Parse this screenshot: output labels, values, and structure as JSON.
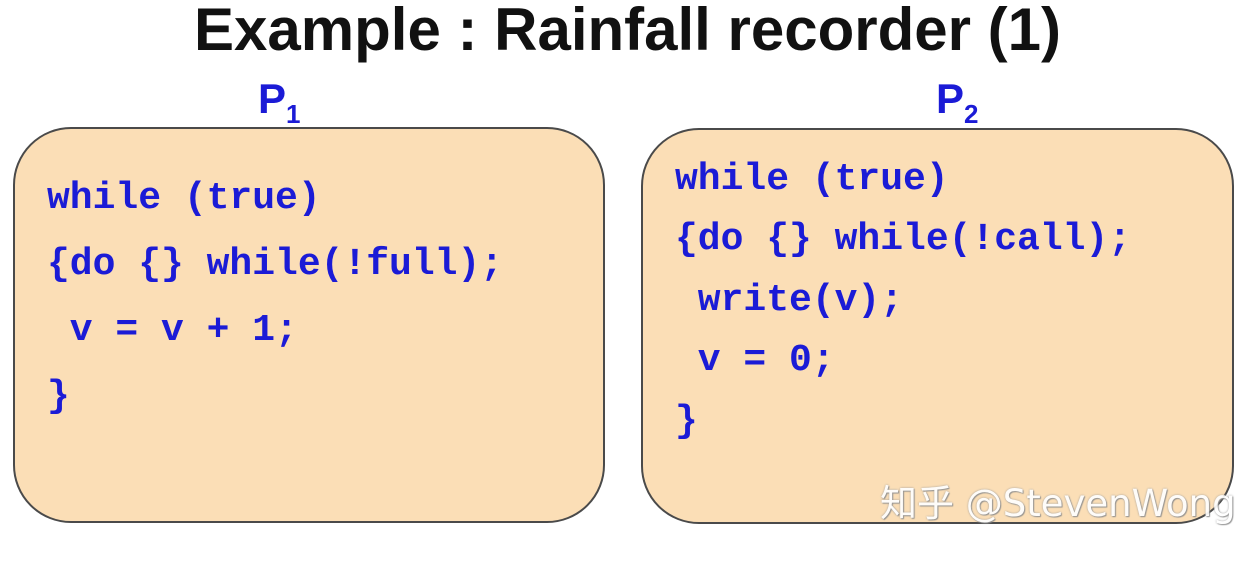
{
  "title": "Example : Rainfall recorder (1)",
  "processes": [
    {
      "name": "P",
      "subscript": "1",
      "code": [
        "while (true)",
        "{do {} while(!full);",
        " v = v + 1;",
        "}"
      ]
    },
    {
      "name": "P",
      "subscript": "2",
      "code": [
        "while (true)",
        "{do {} while(!call);",
        " write(v);",
        " v = 0;",
        "}"
      ]
    }
  ],
  "watermark": "知乎 @StevenWong",
  "colors": {
    "code_text": "#1b1bd6",
    "box_fill": "#fbdeb6",
    "box_border": "#4a4a4a",
    "title_text": "#111111"
  }
}
